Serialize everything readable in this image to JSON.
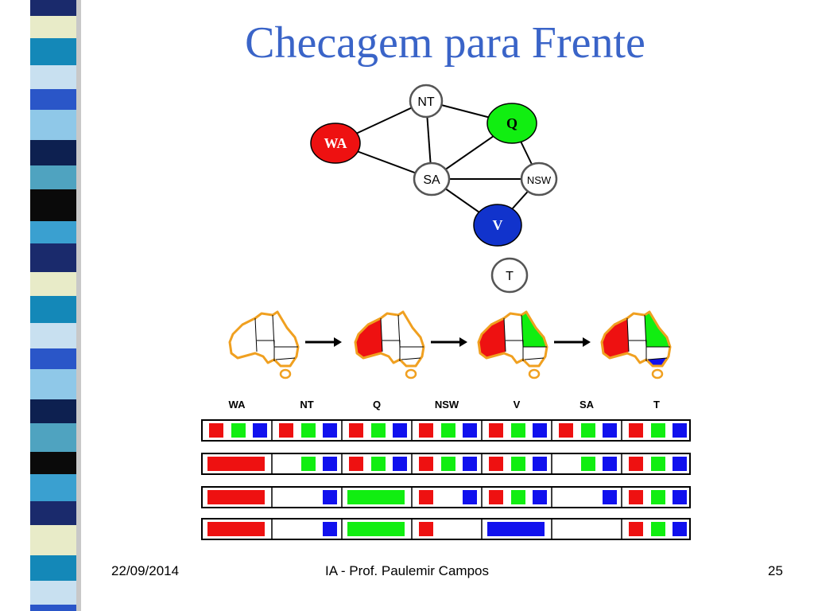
{
  "slide": {
    "title": "Checagem para Frente",
    "footer": {
      "date": "22/09/2014",
      "center": "IA - Prof. Paulemir Campos",
      "page": "25"
    }
  },
  "colors": {
    "red": "#ee1111",
    "green": "#11ee11",
    "blue": "#1111ee",
    "title": "#3a64c8",
    "map_outline": "#f0a020"
  },
  "graph": {
    "nodes": [
      {
        "id": "NT",
        "label": "NT",
        "fill": "#ffffff",
        "text": "#000000"
      },
      {
        "id": "Q",
        "label": "Q",
        "fill": "#11ee11",
        "text": "#000000"
      },
      {
        "id": "WA",
        "label": "WA",
        "fill": "#ee1111",
        "text": "#ffffff"
      },
      {
        "id": "SA",
        "label": "SA",
        "fill": "#ffffff",
        "text": "#000000"
      },
      {
        "id": "NSW",
        "label": "NSW",
        "fill": "#ffffff",
        "text": "#000000"
      },
      {
        "id": "V",
        "label": "V",
        "fill": "#1133cc",
        "text": "#ffffff"
      },
      {
        "id": "T",
        "label": "T",
        "fill": "#ffffff",
        "text": "#000000"
      }
    ],
    "edges": [
      [
        "WA",
        "NT"
      ],
      [
        "WA",
        "SA"
      ],
      [
        "NT",
        "SA"
      ],
      [
        "NT",
        "Q"
      ],
      [
        "SA",
        "Q"
      ],
      [
        "SA",
        "NSW"
      ],
      [
        "SA",
        "V"
      ],
      [
        "Q",
        "NSW"
      ],
      [
        "NSW",
        "V"
      ]
    ]
  },
  "maps": [
    {
      "WA": null,
      "NT": null,
      "Q": null,
      "V": null
    },
    {
      "WA": "red",
      "NT": null,
      "Q": null,
      "V": null
    },
    {
      "WA": "red",
      "NT": null,
      "Q": "green",
      "V": null
    },
    {
      "WA": "red",
      "NT": null,
      "Q": "green",
      "V": "blue"
    }
  ],
  "domain_table": {
    "columns": [
      "WA",
      "NT",
      "Q",
      "NSW",
      "V",
      "SA",
      "T"
    ],
    "rows": [
      [
        [
          "red",
          "green",
          "blue"
        ],
        [
          "red",
          "green",
          "blue"
        ],
        [
          "red",
          "green",
          "blue"
        ],
        [
          "red",
          "green",
          "blue"
        ],
        [
          "red",
          "green",
          "blue"
        ],
        [
          "red",
          "green",
          "blue"
        ],
        [
          "red",
          "green",
          "blue"
        ]
      ],
      [
        [
          "red"
        ],
        [
          "green",
          "blue"
        ],
        [
          "red",
          "green",
          "blue"
        ],
        [
          "red",
          "green",
          "blue"
        ],
        [
          "red",
          "green",
          "blue"
        ],
        [
          "green",
          "blue"
        ],
        [
          "red",
          "green",
          "blue"
        ]
      ],
      [
        [
          "red"
        ],
        [
          "blue"
        ],
        [
          "green"
        ],
        [
          "red",
          "blue"
        ],
        [
          "red",
          "green",
          "blue"
        ],
        [
          "blue"
        ],
        [
          "red",
          "green",
          "blue"
        ]
      ],
      [
        [
          "red"
        ],
        [
          "blue"
        ],
        [
          "green"
        ],
        [
          "red"
        ],
        [
          "blue"
        ],
        [],
        [
          "red",
          "green",
          "blue"
        ]
      ]
    ]
  }
}
